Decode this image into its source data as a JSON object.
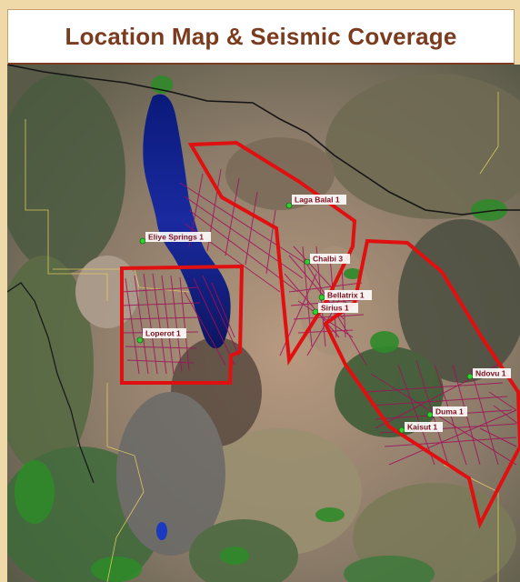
{
  "title": "Location Map & Seismic Coverage",
  "colors": {
    "title_text": "#7a3b1e",
    "block_outline": "#e01010",
    "seismic_lines": "#a0105a",
    "well_marker": "#2fd02f",
    "label_bg": "#ffffff",
    "label_text": "#7a1020"
  },
  "wells": [
    {
      "label": "Laga Balal 1"
    },
    {
      "label": "Eliye Springs 1"
    },
    {
      "label": "Chalbi 3"
    },
    {
      "label": "Bellatrix 1"
    },
    {
      "label": "Sirius 1"
    },
    {
      "label": "Loperot 1"
    },
    {
      "label": "Ndovu 1"
    },
    {
      "label": "Duma 1"
    },
    {
      "label": "Kaisut 1"
    }
  ]
}
